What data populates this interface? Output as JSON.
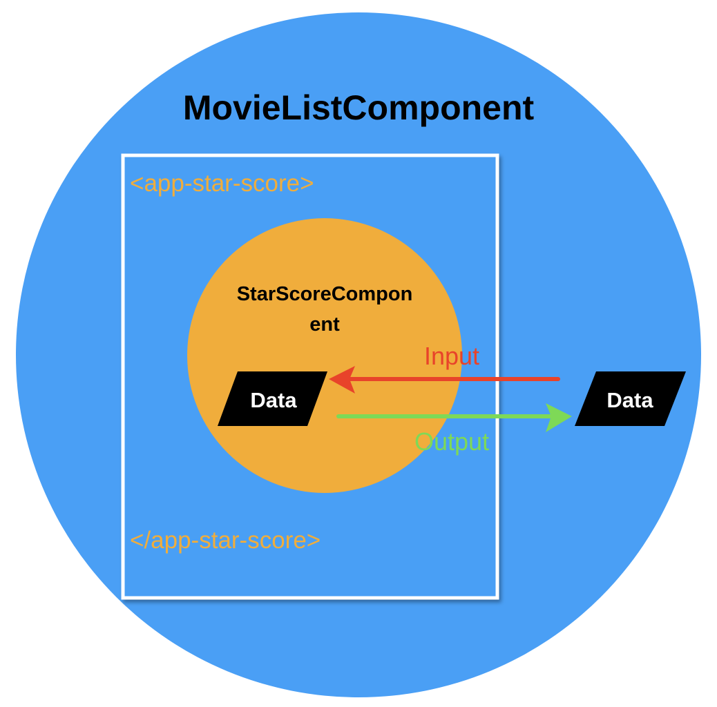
{
  "diagram": {
    "outer": {
      "title": "MovieListComponent",
      "fill": "#4A9FF5"
    },
    "tag_box": {
      "open_tag": "<app-star-score>",
      "close_tag": "</app-star-score>",
      "tag_color": "#F0AD3C",
      "border_color": "#FFFFFF"
    },
    "inner": {
      "title_line1": "StarScoreCompon",
      "title_line2": "ent",
      "fill": "#F0AD3C"
    },
    "data_inner": {
      "label": "Data"
    },
    "data_outer": {
      "label": "Data"
    },
    "input_arrow": {
      "label": "Input",
      "color": "#E8432A"
    },
    "output_arrow": {
      "label": "Output",
      "color": "#7ED957"
    }
  }
}
